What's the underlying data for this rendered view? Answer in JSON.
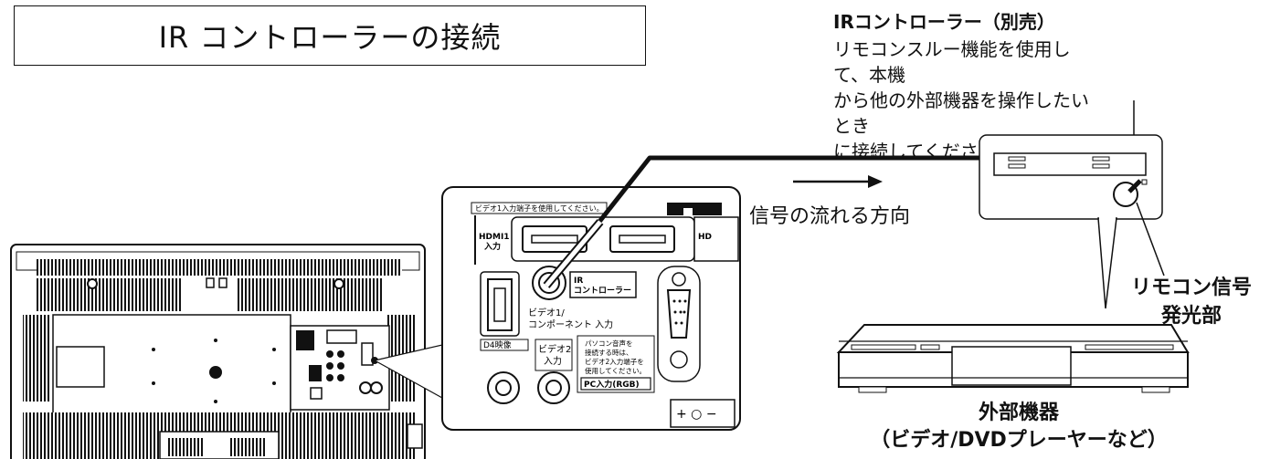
{
  "title": "IR コントローラーの接続",
  "controller": {
    "heading": "IRコントローラー（別売）",
    "description_lines": [
      "リモコンスルー機能を使用して、本機",
      "から他の外部機器を操作したいとき",
      "に接続してください。"
    ]
  },
  "flow_label": "信号の流れる方向",
  "remote_label_lines": [
    "リモコン信号",
    "発光部"
  ],
  "external_device": {
    "label_line1": "外部機器",
    "label_line2": "（ビデオ/DVDプレーヤーなど）"
  },
  "panel": {
    "top_note": "ビデオ1入力端子を使用してください。",
    "hdmi1": [
      "HDMI1",
      "入力"
    ],
    "ir_port": [
      "IR",
      "コントローラー"
    ],
    "video1": [
      "ビデオ1/",
      "コンポーネント 入力"
    ],
    "d4": "D4映像",
    "video2": [
      "ビデオ2",
      "入力"
    ],
    "pc_note": [
      "パソコン音声を",
      "接続する時は、",
      "ビデオ2入力端子を",
      "使用してください。"
    ],
    "pc_input": "PC入力(RGB)"
  }
}
